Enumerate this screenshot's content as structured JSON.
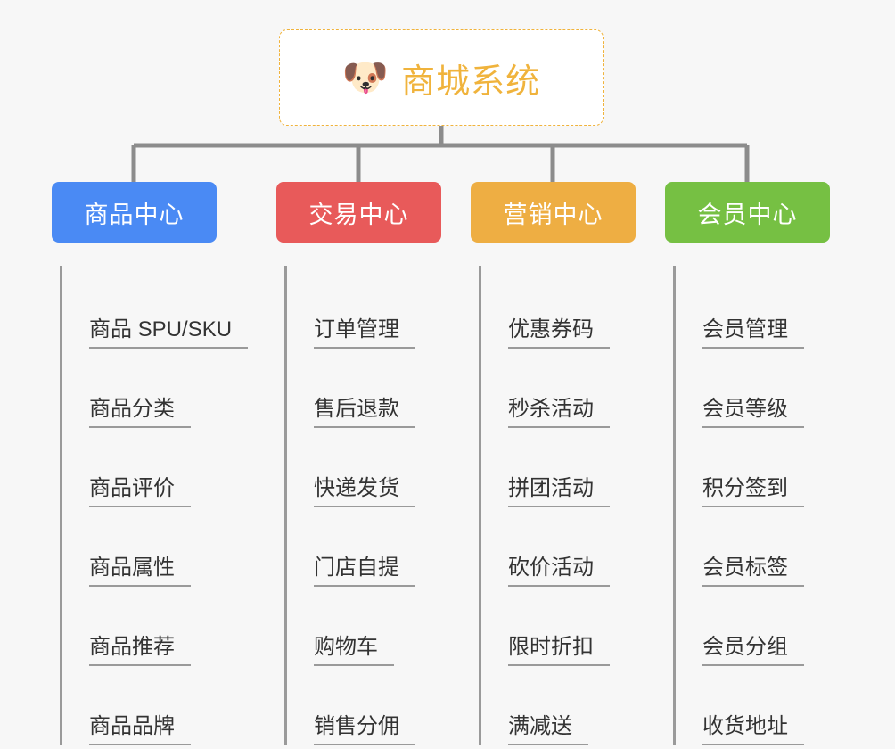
{
  "page": {
    "background_color": "#f7f7f7",
    "type": "org-chart-mindmap"
  },
  "root": {
    "icon": "dog-face-icon",
    "icon_glyph": "🐶",
    "title": "商城系统",
    "text_color": "#f0b33c",
    "border_color": "#f0b33c",
    "background_color": "#ffffff"
  },
  "connector": {
    "color": "#8c8c8c"
  },
  "branches": [
    {
      "id": "product-center",
      "label": "商品中心",
      "color": "#4a8af4",
      "leaves": [
        "商品 SPU/SKU",
        "商品分类",
        "商品评价",
        "商品属性",
        "商品推荐",
        "商品品牌"
      ]
    },
    {
      "id": "trade-center",
      "label": "交易中心",
      "color": "#e85a5a",
      "leaves": [
        "订单管理",
        "售后退款",
        "快递发货",
        "门店自提",
        "购物车",
        "销售分佣"
      ]
    },
    {
      "id": "marketing-center",
      "label": "营销中心",
      "color": "#eeae43",
      "leaves": [
        "优惠券码",
        "秒杀活动",
        "拼团活动",
        "砍价活动",
        "限时折扣",
        "满减送"
      ]
    },
    {
      "id": "member-center",
      "label": "会员中心",
      "color": "#76c043",
      "leaves": [
        "会员管理",
        "会员等级",
        "积分签到",
        "会员标签",
        "会员分组",
        "收货地址"
      ]
    }
  ]
}
